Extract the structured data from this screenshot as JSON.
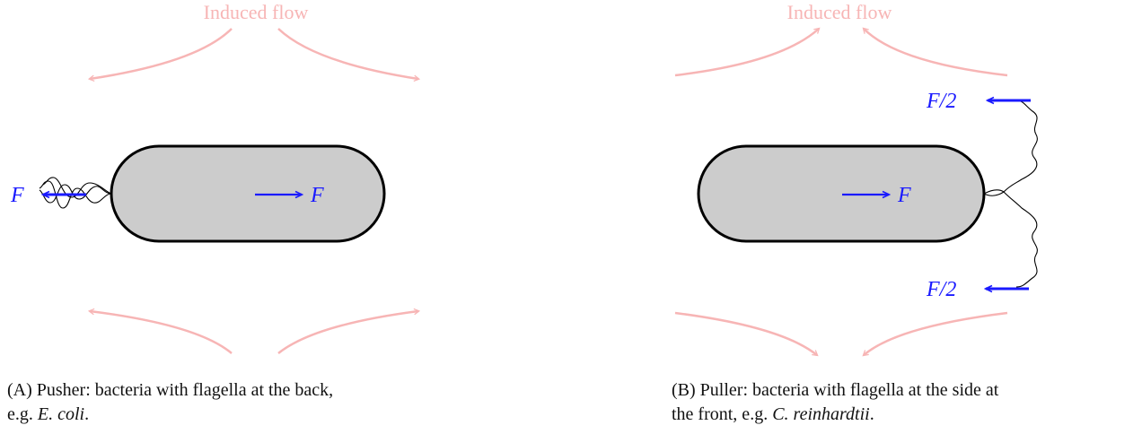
{
  "panels": [
    {
      "induced_flow_label": "Induced flow",
      "force_inside": "F",
      "force_outside": "F",
      "caption": {
        "tag": "(A)",
        "text": " Pusher: bacteria with flagella at the back,",
        "text2": "e.g. ",
        "species": "E. coli",
        "end": "."
      }
    },
    {
      "induced_flow_label": "Induced flow",
      "force_inside": "F",
      "force_top": "F/2",
      "force_bottom": "F/2",
      "caption": {
        "tag": "(B)",
        "text": " Puller: bacteria with flagella at the side at",
        "text2": "the front, e.g. ",
        "species": "C. reinhardtii",
        "end": "."
      }
    }
  ],
  "colors": {
    "flow": "#f7b5b5",
    "force": "#1a1aff",
    "body_fill": "#cccccc",
    "body_stroke": "#000000"
  }
}
